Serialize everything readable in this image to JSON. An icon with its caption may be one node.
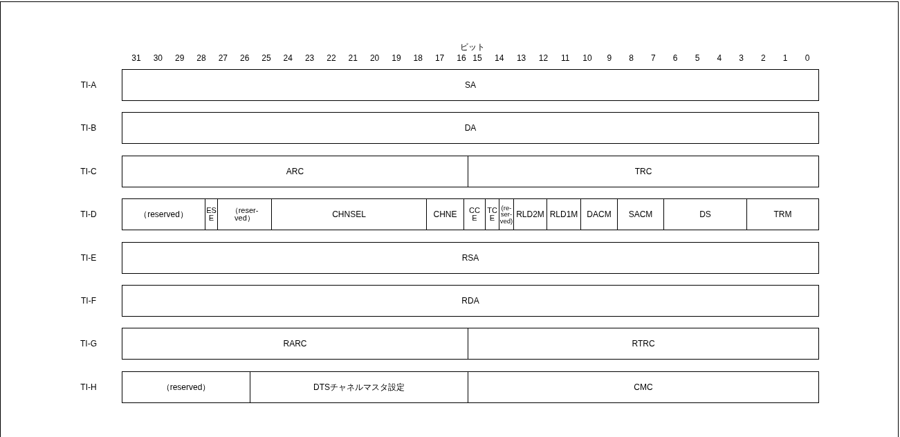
{
  "diagram": {
    "nodes": [
      {
        "text": [
          "SA"
        ]
      },
      {
        "text": [
          "DA"
        ]
      },
      {
        "text": [
          "ARC"
        ]
      },
      {
        "text": [
          "TRC"
        ]
      },
      {
        "text": [
          "（reserved）"
        ]
      },
      {
        "text": [
          "ES E"
        ]
      },
      {
        "text": [
          "（reser- ved）"
        ]
      },
      {
        "text": [
          "CHNSEL"
        ]
      },
      {
        "text": [
          "CHNE"
        ]
      },
      {
        "text": [
          "CC E"
        ]
      },
      {
        "text": [
          "TC E"
        ]
      },
      {
        "text": [
          "(re- ser- ved)"
        ]
      },
      {
        "text": [
          "RLD2M"
        ]
      },
      {
        "text": [
          "RLD1M"
        ]
      },
      {
        "text": [
          "DACM"
        ]
      },
      {
        "text": [
          "SACM"
        ]
      },
      {
        "text": [
          "DS"
        ]
      },
      {
        "text": [
          "TRM"
        ]
      },
      {
        "text": [
          "RSA"
        ]
      },
      {
        "text": [
          "RDA"
        ]
      },
      {
        "text": [
          "RARC"
        ]
      },
      {
        "text": [
          "RTRC"
        ]
      },
      {
        "text": [
          "（reserved）"
        ]
      },
      {
        "text": [
          "DTSチャネルマスタ設定"
        ]
      },
      {
        "text": [
          "CMC"
        ]
      }
    ],
    "edges": [],
    "labels": [
      "ビット",
      "31",
      "30",
      "29",
      "28",
      "27",
      "26",
      "25",
      "24",
      "23",
      "22",
      "21",
      "20",
      "19",
      "18",
      "17",
      "16",
      "15",
      "14",
      "13",
      "12",
      "11",
      "10",
      "9",
      "8",
      "7",
      "6",
      "5",
      "4",
      "3",
      "2",
      "1",
      "0",
      "TI-A",
      "TI-B",
      "TI-C",
      "TI-D",
      "TI-E",
      "TI-F",
      "TI-G",
      "TI-H"
    ]
  }
}
